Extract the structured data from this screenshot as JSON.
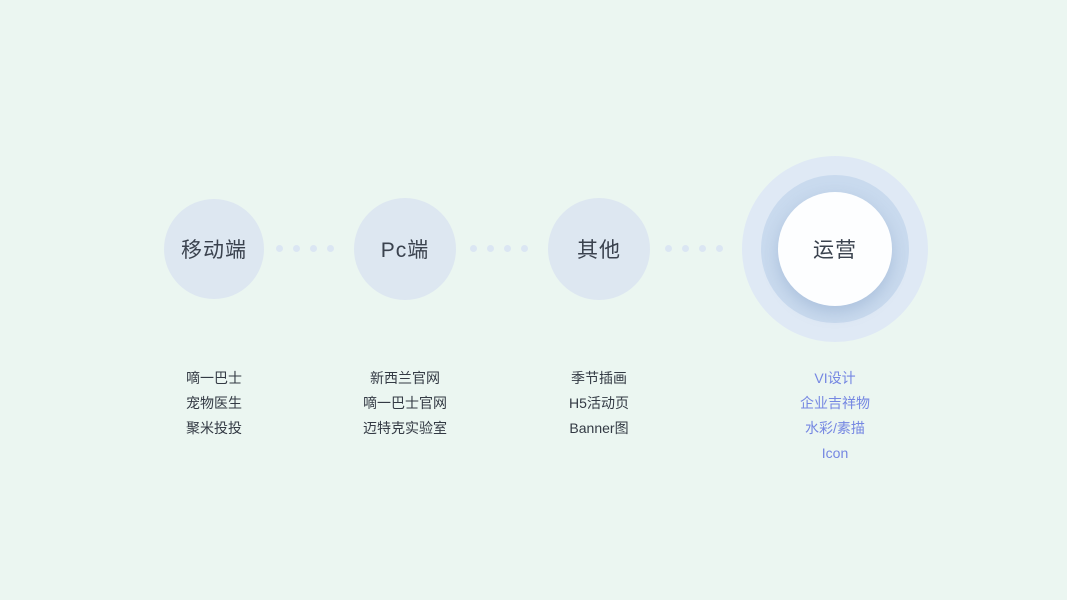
{
  "colors": {
    "background": "#ebf6f1",
    "node_fill": "#dde7f1",
    "node_text": "#3a424e",
    "connector_dot": "#dbe6f3",
    "ring_outer": "#dfe9f5",
    "ring_mid": "#c9daee",
    "ring_center": "#fdfeff",
    "item_text": "#333a44",
    "highlight_item_text": "#7587e2"
  },
  "stages": [
    {
      "label": "移动端",
      "highlighted": false,
      "items": [
        "嘀一巴士",
        "宠物医生",
        "聚米投投"
      ]
    },
    {
      "label": "Pc端",
      "highlighted": false,
      "items": [
        "新西兰官网",
        "嘀一巴士官网",
        "迈特克实验室"
      ]
    },
    {
      "label": "其他",
      "highlighted": false,
      "items": [
        "季节插画",
        "H5活动页",
        "Banner图"
      ]
    },
    {
      "label": "运营",
      "highlighted": true,
      "items": [
        "VI设计",
        "企业吉祥物",
        "水彩/素描",
        "Icon"
      ]
    }
  ]
}
